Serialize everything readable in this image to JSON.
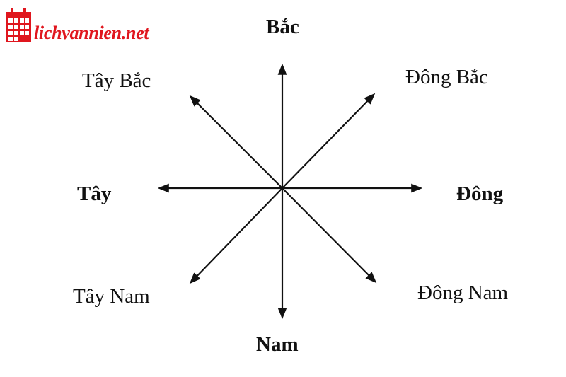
{
  "brand": {
    "name": "lichvannien.net",
    "color": "#e0161e",
    "icon": "calendar-icon"
  },
  "compass": {
    "north": "Bắc",
    "northeast": "Đông Bắc",
    "east": "Đông",
    "southeast": "Đông Nam",
    "south": "Nam",
    "southwest": "Tây Nam",
    "west": "Tây",
    "northwest": "Tây Bắc"
  }
}
